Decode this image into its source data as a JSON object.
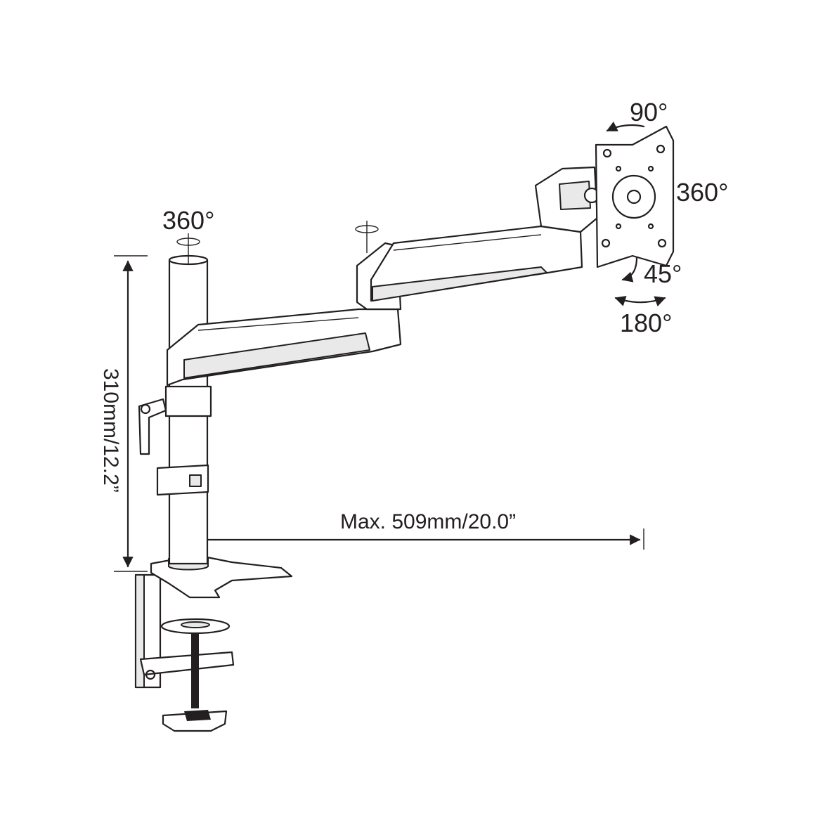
{
  "diagram": {
    "rotation_labels": {
      "pole_top": "360°",
      "vesa_tilt_top": "90°",
      "vesa_rotate": "360°",
      "vesa_tilt_bottom": "45°",
      "vesa_swivel": "180°"
    },
    "dimensions": {
      "height": "310mm/12.2”",
      "max_reach": "Max. 509mm/20.0”"
    }
  }
}
